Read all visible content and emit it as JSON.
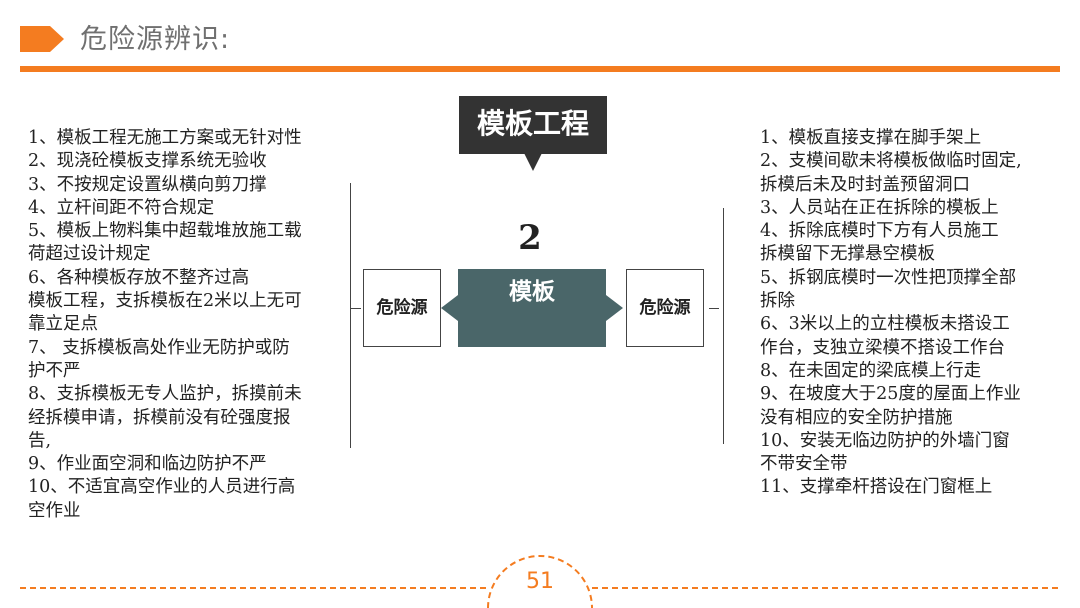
{
  "header": {
    "title": "危险源辨识:",
    "accent_color": "#f47c20"
  },
  "center": {
    "callout_title": "模板工程",
    "number": "2",
    "label": "模板",
    "label_color": "#4a6669"
  },
  "left_box": {
    "label": "危险源"
  },
  "right_box": {
    "label": "危险源"
  },
  "left_list": [
    "1、模板工程无施工方案或无针对性",
    "2、现浇砼模板支撑系统无验收",
    "3、不按规定设置纵横向剪刀撑",
    "4、立杆间距不符合规定",
    "5、模板上物料集中超载堆放施工载\n荷超过设计规定",
    "6、各种模板存放不整齐过高\n模板工程，支拆模板在2米以上无可\n靠立足点",
    "7、 支拆模板高处作业无防护或防\n护不严",
    "8、支拆模板无专人监护，拆摸前未\n经拆模申请，拆模前没有砼强度报\n告,",
    "9、作业面空洞和临边防护不严",
    "10、不适宜高空作业的人员进行高\n空作业"
  ],
  "right_list": [
    "1、模板直接支撑在脚手架上",
    "2、支模间歇未将模板做临时固定,\n拆模后未及时封盖预留洞口",
    "3、人员站在正在拆除的模板上",
    "4、拆除底模时下方有人员施工\n拆模留下无撑悬空模板",
    "5、拆钢底模时一次性把顶撑全部\n拆除",
    "6、3米以上的立柱模板未搭设工\n作台，支独立梁模不搭设工作台",
    "8、在未固定的梁底模上行走",
    "9、在坡度大于25度的屋面上作业\n没有相应的安全防护措施",
    "10、安装无临边防护的外墙门窗\n不带安全带",
    "11、支撑牵杆搭设在门窗框上"
  ],
  "footer": {
    "page_number": "51"
  }
}
